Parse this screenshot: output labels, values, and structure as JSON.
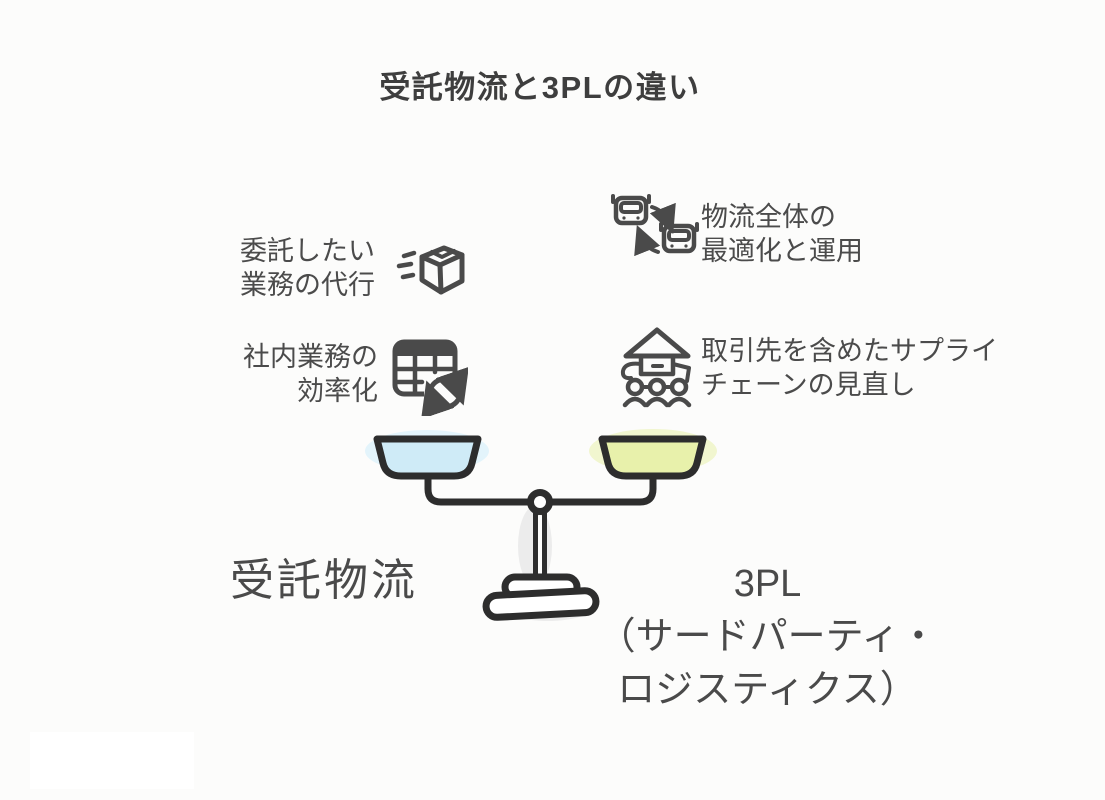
{
  "title": "受託物流と3PLの違い",
  "left": {
    "label": "受託物流",
    "pan_color": "#cfebf7",
    "splash_color": "#e3f4fb",
    "items": [
      {
        "icon": "package-icon",
        "line1": "委託したい",
        "line2": "業務の代行"
      },
      {
        "icon": "table-refresh-icon",
        "line1": "社内業務の",
        "line2": "効率化"
      }
    ]
  },
  "right": {
    "label_line1": "3PL",
    "label_line2": "（サードパーティ・",
    "label_line3": "ロジスティクス）",
    "pan_color": "#e8f1ab",
    "splash_color": "#f1f6cf",
    "items": [
      {
        "icon": "trucks-cycle-icon",
        "line1": "物流全体の",
        "line2": "最適化と運用"
      },
      {
        "icon": "house-team-icon",
        "line1": "取引先を含めたサプライ",
        "line2": "チェーンの見直し"
      }
    ]
  },
  "colors": {
    "title_text": "#3e3e3e",
    "body_text": "#4b4b4b",
    "icon_stroke": "#4a4a4a",
    "scale_outline": "#2d2d2d",
    "shadow": "#ececec"
  }
}
